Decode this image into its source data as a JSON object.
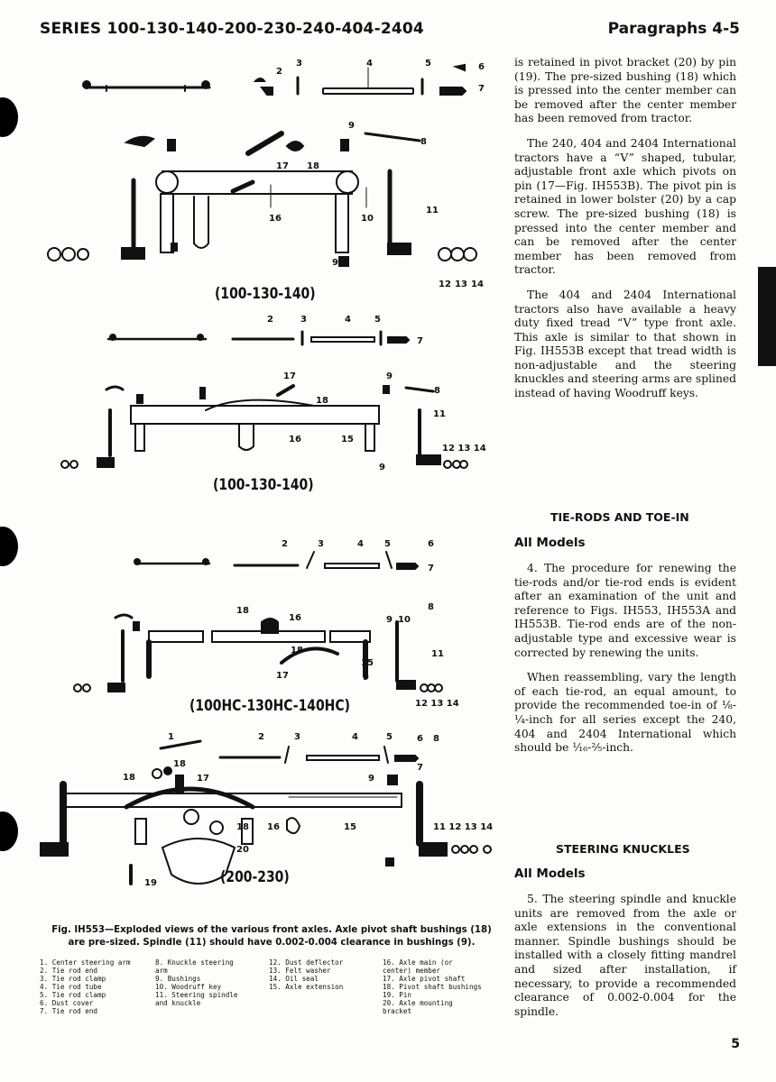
{
  "header": {
    "series": "SERIES 100-130-140-200-230-240-404-2404",
    "paragraphs": "Paragraphs 4-5"
  },
  "right_column": {
    "p1": "is retained in pivot bracket (20) by pin (19). The pre-sized bushing (18) which is pressed into the center member can be removed after the center member has been removed from tractor.",
    "p2": "The 240, 404 and 2404 International tractors have a “V” shaped, tubular, adjustable front axle which pivots on pin (17—Fig. IH553B). The pivot pin is retained in lower bolster (20) by a cap screw. The pre-sized bushing (18) is pressed into the center member and can be removed after the center member has been removed from tractor.",
    "p3": "The 404 and 2404 International tractors also have available a heavy duty fixed tread “V” type front axle. This axle is similar to that shown in Fig. IH553B except that tread width is non-adjustable and the steering knuckles and steering arms are splined instead of having Woodruff keys.",
    "section_tierods": "TIE-RODS AND TOE-IN",
    "all_models_1": "All Models",
    "p4": "4. The procedure for renewing the tie-rods and/or tie-rod ends is evident after an examination of the unit and reference to Figs. IH553, IH553A and IH553B. Tie-rod ends are of the non-adjustable type and excessive wear is corrected by renewing the units.",
    "p5": "When reassembling, vary the length of each tie-rod, an equal amount, to provide the recommended toe-in of ⅛-¼-inch for all series except the 240, 404 and 2404 International which should be ¹⁄₁₆-⅖-inch.",
    "section_knuckles": "STEERING KNUCKLES",
    "all_models_2": "All Models",
    "p6": "5. The steering spindle and knuckle units are removed from the axle or axle extensions in the conventional manner. Spindle bushings should be installed with a closely fitting mandrel and sized after installation, if necessary, to provide a recommended clearance of 0.002-0.004 for the spindle."
  },
  "figure": {
    "label_1": "(100-130-140)",
    "label_2": "(100-130-140)",
    "label_3": "(100HC-130HC-140HC)",
    "label_4": "(200-230)",
    "caption_line1": "Fig. IH553—Exploded views of the various front axles. Axle pivot shaft bushings (18)",
    "caption_line2": "are pre-sized. Spindle (11) should have 0.002-0.004 clearance in bushings (9).",
    "legend_col1": [
      "1. Center steering arm",
      "2. Tie rod end",
      "3. Tie rod clamp",
      "4. Tie rod tube",
      "5. Tie rod clamp",
      "6. Dust cover",
      "7. Tie rod end"
    ],
    "legend_col2": [
      "8. Knuckle steering",
      "   arm",
      "9. Bushings",
      "10. Woodruff key",
      "11. Steering spindle",
      "    and knuckle"
    ],
    "legend_col3": [
      "12. Dust deflector",
      "13. Felt washer",
      "14. Oil seal",
      "15. Axle extension"
    ],
    "legend_col4": [
      "16. Axle main (or",
      "    center) member",
      "17. Axle pivot shaft",
      "18. Pivot shaft bushings",
      "19. Pin",
      "20. Axle mounting",
      "    bracket"
    ]
  },
  "page_number": "5"
}
